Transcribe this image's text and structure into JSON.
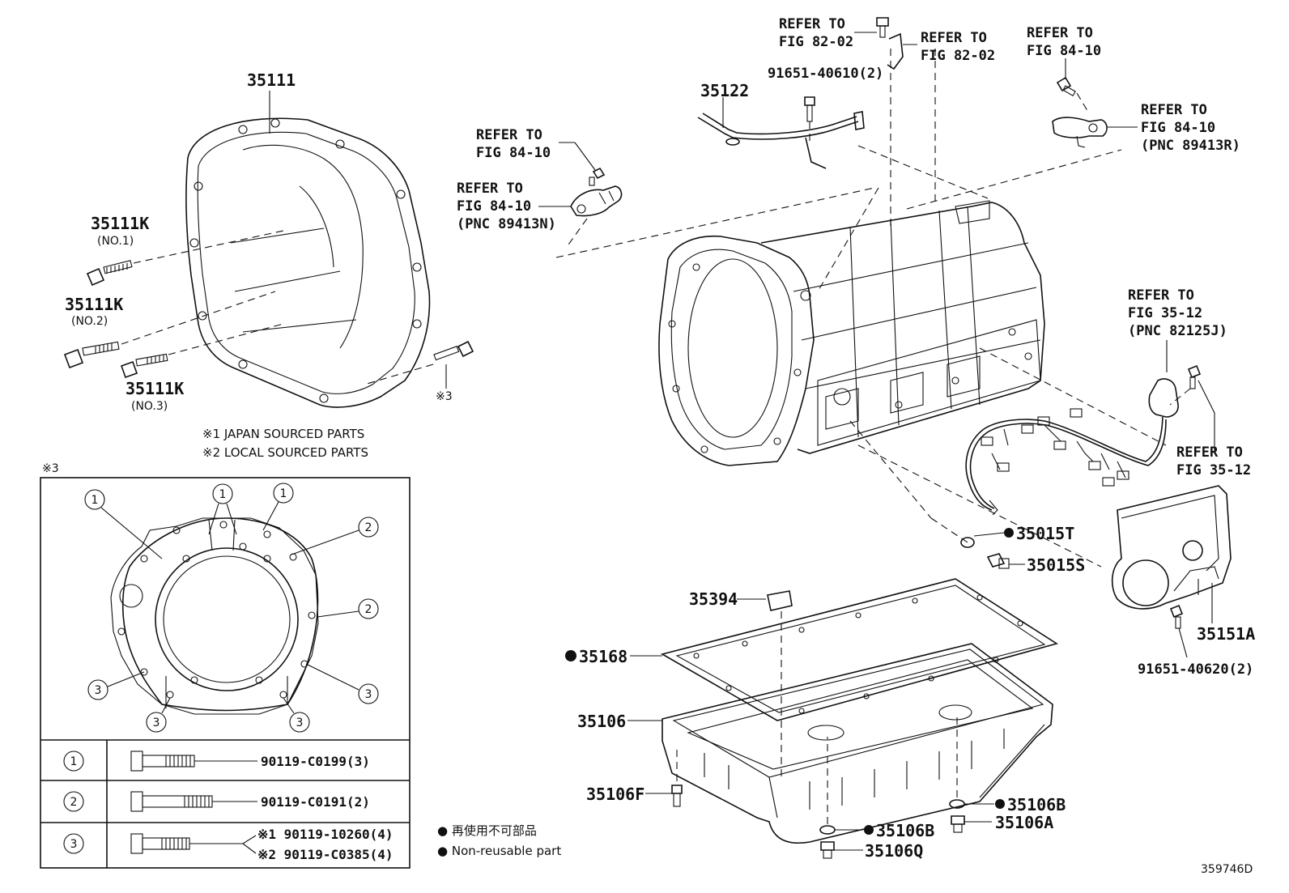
{
  "callouts": {
    "bellhousing": "35111",
    "bolt_no1": "35111K",
    "bolt_no1_sub": "(NO.1)",
    "bolt_no2": "35111K",
    "bolt_no2_sub": "(NO.2)",
    "bolt_no3": "35111K",
    "bolt_no3_sub": "(NO.3)",
    "bolt_x3": "※3",
    "tube": "35122",
    "bolt_tube": "91651-40610(2)",
    "o_ring": "35015T",
    "plug": "35015S",
    "filter": "35394",
    "gasket": "35168",
    "oil_pan": "35106",
    "drain_bolt": "35106F",
    "gasket_b_right": "35106B",
    "plug_a": "35106A",
    "gasket_b_center": "35106B",
    "plug_q": "35106Q",
    "valve_cover": "35151A",
    "bolt_cover": "91651-40620(2)"
  },
  "refers": {
    "r1_line1": "REFER TO",
    "r1_line2": "FIG 82-02",
    "r2_line1": "REFER TO",
    "r2_line2": "FIG 82-02",
    "r3_line1": "REFER TO",
    "r3_line2": "FIG 84-10",
    "r4_line1": "REFER TO",
    "r4_line2": "FIG 84-10",
    "r4_line3": "(PNC 89413R)",
    "r5_line1": "REFER TO",
    "r5_line2": "FIG 84-10",
    "r6_line1": "REFER TO",
    "r6_line2": "FIG 84-10",
    "r6_line3": "(PNC 89413N)",
    "r7_line1": "REFER TO",
    "r7_line2": "FIG 35-12",
    "r7_line3": "(PNC 82125J)",
    "r8_line1": "REFER TO",
    "r8_line2": "FIG 35-12"
  },
  "notes": {
    "japan": "※1 JAPAN SOURCED PARTS",
    "local": "※2 LOCAL SOURCED PARTS",
    "inset_title": "※3",
    "legend_jp": "● 再使用不可部品",
    "legend_en": "● Non-reusable part",
    "diagram_id": "359746D"
  },
  "inset": {
    "markers": [
      "1",
      "1",
      "1",
      "2",
      "2",
      "3",
      "3",
      "3",
      "3"
    ],
    "rows": [
      {
        "key": "1",
        "part": "90119-C0199(3)"
      },
      {
        "key": "2",
        "part": "90119-C0191(2)"
      },
      {
        "key": "3",
        "part_a": "※1 90119-10260(4)",
        "part_b": "※2 90119-C0385(4)"
      }
    ]
  }
}
